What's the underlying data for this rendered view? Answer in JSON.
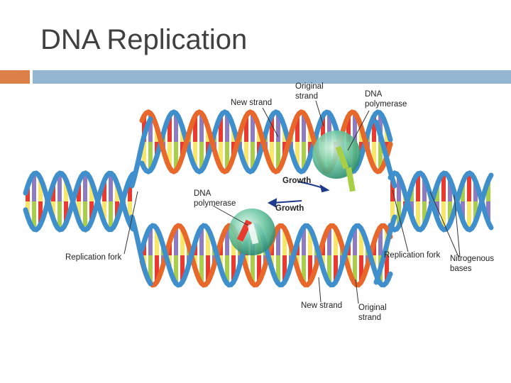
{
  "slide": {
    "title": "DNA Replication"
  },
  "colors": {
    "accent_orange": "#DD8047",
    "accent_blue": "#94B6D2",
    "backbone_blue": "#3F8FCC",
    "backbone_orange": "#E8672A",
    "base_colors": [
      "#E83A2E",
      "#8E7BC3",
      "#F6E66B",
      "#A8CF45"
    ],
    "enzyme": "#6CC7A2"
  },
  "labels": {
    "new_strand_top": "New strand",
    "original_strand_top": "Original\nstrand",
    "dna_polymerase_top": "DNA\npolymerase",
    "growth_top": "Growth",
    "dna_polymerase_mid": "DNA\npolymerase",
    "growth_mid": "Growth",
    "replication_fork_left": "Replication fork",
    "replication_fork_right": "Replication fork",
    "nitrogenous_bases": "Nitrogenous\nbases",
    "new_strand_bottom": "New strand",
    "original_strand_bottom": "Original\nstrand"
  }
}
